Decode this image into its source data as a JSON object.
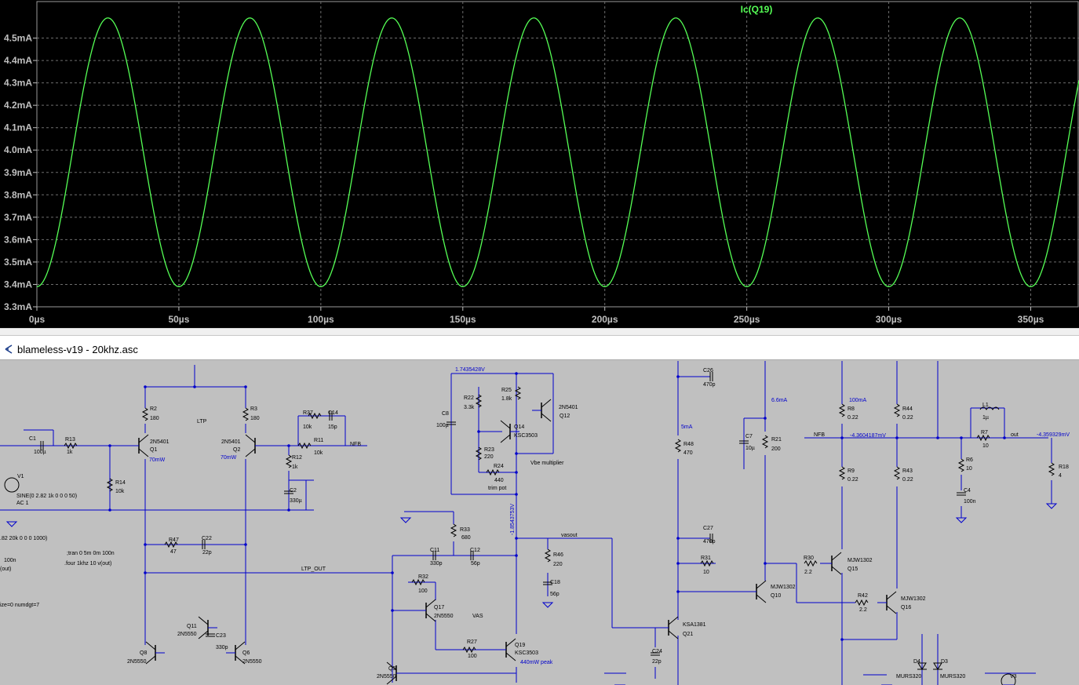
{
  "waveform": {
    "trace_label": "Ic(Q19)",
    "trace_color": "#55ff55",
    "background": "#000000",
    "axis_text_color": "#c0c0c0",
    "grid_color": "#6e6e6e"
  },
  "chart_data": {
    "type": "line",
    "title": "Ic(Q19)",
    "x_unit": "µs",
    "y_unit": "mA",
    "xlim": [
      0,
      367
    ],
    "ylim": [
      3.3,
      4.6
    ],
    "x_ticks": [
      "0µs",
      "50µs",
      "100µs",
      "150µs",
      "200µs",
      "250µs",
      "300µs",
      "350µs"
    ],
    "y_ticks": [
      "3.3mA",
      "3.4mA",
      "3.5mA",
      "3.6mA",
      "3.7mA",
      "3.8mA",
      "3.9mA",
      "4.0mA",
      "4.1mA",
      "4.2mA",
      "4.3mA",
      "4.4mA",
      "4.5mA"
    ],
    "series": [
      {
        "name": "Ic(Q19)",
        "waveform": "sine",
        "frequency_khz": 20,
        "period_us": 50,
        "min": 3.39,
        "max": 4.59,
        "first_peak_us": 25,
        "first_trough_us": 0
      }
    ],
    "grid": true
  },
  "schematic": {
    "window_title": "blameless-v19 - 20khz.asc",
    "wire_color": "#0000cc",
    "component_color": "#000000",
    "background": "#c0c0c0",
    "node_labels": [
      {
        "text": "NFB"
      },
      {
        "text": "LTP"
      },
      {
        "text": "LTP_OUT"
      },
      {
        "text": "vasout"
      },
      {
        "text": "VAS"
      },
      {
        "text": "Vbe multiplier"
      },
      {
        "text": "trim pot"
      },
      {
        "text": "out"
      },
      {
        "text": "NFB"
      }
    ],
    "annotations": [
      {
        "text": "1.7435428V"
      },
      {
        "text": "-1.8543753V"
      },
      {
        "text": "5mA"
      },
      {
        "text": "6.6mA"
      },
      {
        "text": "100mA"
      },
      {
        "text": "-4.3604187mV"
      },
      {
        "text": "-4.359329mV"
      },
      {
        "text": "70mW"
      },
      {
        "text": "70mW"
      },
      {
        "text": "440mW peak"
      }
    ],
    "directives": [
      {
        "text": ";tran 0 5m 0m 100n"
      },
      {
        "text": ".four 1khz 10 v(out)"
      },
      {
        "text": ".82 20k 0 0 0 1000)"
      },
      {
        "text": "100n"
      },
      {
        "text": "(out)"
      },
      {
        "text": "ize=0 numdgt=7"
      },
      {
        "text": "SINE(0 2.82 1k 0 0 0 50)"
      },
      {
        "text": "AC 1"
      }
    ]
  }
}
